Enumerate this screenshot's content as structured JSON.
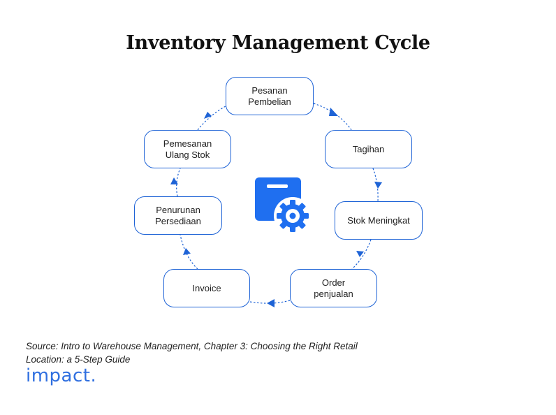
{
  "title": "Inventory Management Cycle",
  "colors": {
    "accent": "#1e63d6",
    "icon_blue": "#1f6ff0",
    "logo": "#2f6fe0"
  },
  "center_icon": "box-with-gear-icon",
  "cycle": {
    "direction": "clockwise",
    "steps": [
      {
        "id": "pesanan-pembelian",
        "label": "Pesanan\nPembelian"
      },
      {
        "id": "tagihan",
        "label": "Tagihan"
      },
      {
        "id": "stok-meningkat",
        "label": "Stok Meningkat"
      },
      {
        "id": "order-penjualan",
        "label": "Order\npenjualan"
      },
      {
        "id": "invoice",
        "label": "Invoice"
      },
      {
        "id": "penurunan-persediaan",
        "label": "Penurunan\nPersediaan"
      },
      {
        "id": "pemesanan-ulang-stok",
        "label": "Pemesanan\nUlang Stok"
      }
    ]
  },
  "source": {
    "line1": "Source: Intro to Warehouse Management, Chapter 3: Choosing the Right Retail",
    "line2": "Location: a 5-Step Guide"
  },
  "logo": "impact."
}
